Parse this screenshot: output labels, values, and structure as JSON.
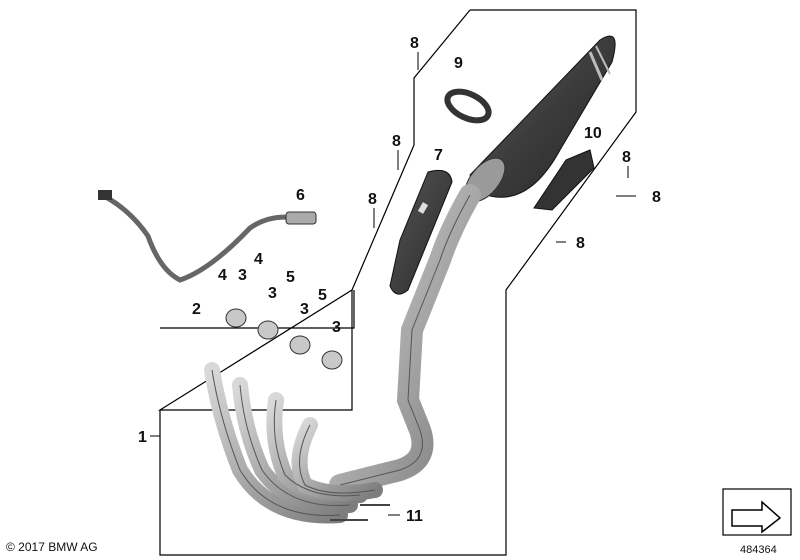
{
  "callouts": {
    "c1": "1",
    "c2": "2",
    "c3a": "3",
    "c3b": "3",
    "c3c": "3",
    "c3d": "3",
    "c4a": "4",
    "c4b": "4",
    "c5a": "5",
    "c5b": "5",
    "c6": "6",
    "c7": "7",
    "c8a": "8",
    "c8b": "8",
    "c8c": "8",
    "c8d": "8",
    "c8e": "8",
    "c8f": "8",
    "c9": "9",
    "c10": "10",
    "c11": "11"
  },
  "footer": {
    "copyright": "© 2017 BMW AG",
    "image_number": "484364"
  },
  "icons": {
    "orientation": "view-direction-arrow-icon"
  }
}
